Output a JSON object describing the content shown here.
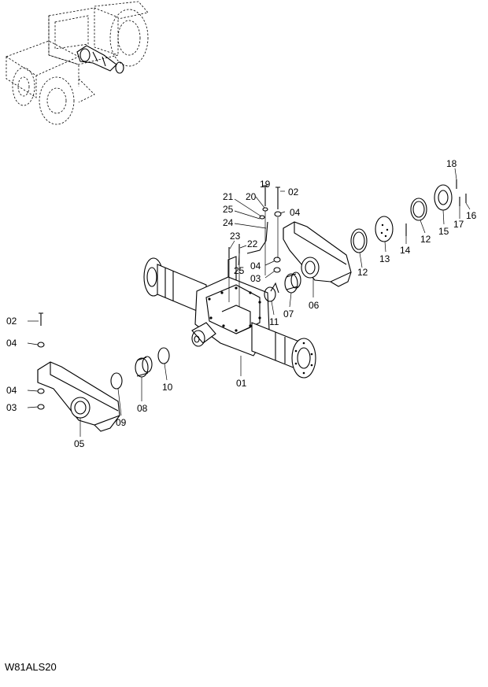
{
  "drawing_code": "W81ALS20",
  "callouts": {
    "c01": "01",
    "c02_right": "02",
    "c02_left": "02",
    "c03_right": "03",
    "c03_left": "03",
    "c04_right_top": "04",
    "c04_right_mid": "04",
    "c04_left_top": "04",
    "c04_left_bottom": "04",
    "c05": "05",
    "c06": "06",
    "c07": "07",
    "c08": "08",
    "c09": "09",
    "c10": "10",
    "c11": "11",
    "c12_a": "12",
    "c12_b": "12",
    "c13": "13",
    "c14": "14",
    "c15": "15",
    "c16": "16",
    "c17": "17",
    "c18": "18",
    "c19": "19",
    "c20": "20",
    "c21": "21",
    "c22": "22",
    "c23": "23",
    "c24": "24",
    "c25_top": "25",
    "c25_bottom": "25"
  }
}
